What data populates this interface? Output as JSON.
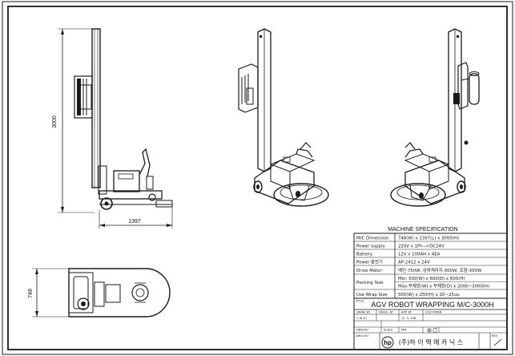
{
  "dimensions": {
    "height_label": "3000",
    "length_label": "1397",
    "width_label": "748"
  },
  "spec": {
    "title": "MACHINE SPECIFICATION",
    "rows": [
      {
        "label": "M/C Dimension",
        "value": "748(W) x 1397(L) x 3000(H)"
      },
      {
        "label": "Power supply",
        "value": "220V x 1Ph-->DC24V"
      },
      {
        "label": "Battery",
        "value": "12V x 100AH x 4EA"
      },
      {
        "label": "Power 충전기",
        "value": "AP-2412 x 24V"
      },
      {
        "label": "Drive Motor",
        "value": "메인-750W, 상하캐리지-300W, 조향-300W"
      },
      {
        "label": "Packing Size",
        "value": "Min: 500(W) x 600(D) x 600(H)",
        "value2": "Max:무제한(W) x 무제한(D) x 2000~3000(H)"
      },
      {
        "label": "Use Wrap Size",
        "value": "500(W) x 250(H) x 20~25uu"
      }
    ]
  },
  "title_block": {
    "title_label": "TITLE",
    "title": "AGV ROBOT WRAPPING M/C-3000H",
    "hdr": [
      "DRAW. BY",
      "DESIG. BY",
      "APP. BY",
      "CUSTOMER"
    ],
    "vals": [
      "Y. W. JU",
      "",
      "11. 5. 198",
      ""
    ],
    "drw_no": "DRW.NO",
    "scale": "SCALE",
    "unit": "MM",
    "dwg": "DWG.NO",
    "rev": "REV",
    "company_logo": "hp",
    "company": "(주)하 이 팩 메 카 닉 스"
  }
}
